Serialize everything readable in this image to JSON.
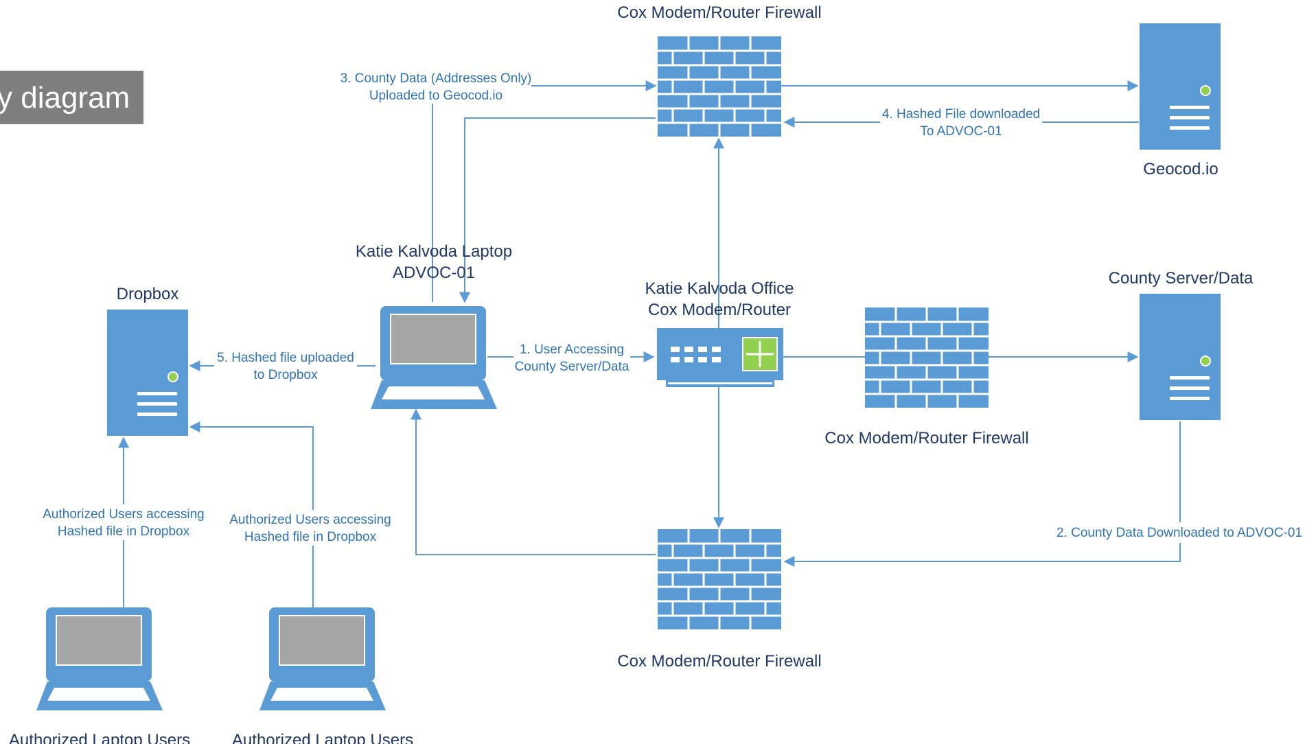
{
  "title_banner": "y diagram",
  "nodes": {
    "firewall_top": "Cox Modem/Router Firewall",
    "geocodio": "Geocod.io",
    "laptop": [
      "Katie Kalvoda Laptop",
      "ADVOC-01"
    ],
    "router": [
      "Katie Kalvoda Office",
      "Cox Modem/Router"
    ],
    "county": "County Server/Data",
    "dropbox": "Dropbox",
    "firewall_mid": "Cox Modem/Router Firewall",
    "firewall_bottom": "Cox Modem/Router Firewall",
    "user_laptop_1": "Authorized Laptop Users",
    "user_laptop_2": "Authorized Laptop Users"
  },
  "edges": {
    "step3": [
      "3. County Data (Addresses Only)",
      "Uploaded to Geocod.io"
    ],
    "step4": [
      "4. Hashed File downloaded",
      "To ADVOC-01"
    ],
    "step1": [
      "1. User Accessing",
      "County Server/Data"
    ],
    "step5": [
      "5. Hashed file uploaded",
      "to Dropbox"
    ],
    "step2": "2. County Data Downloaded to ADVOC-01",
    "users1": [
      "Authorized Users accessing",
      "Hashed file in Dropbox"
    ],
    "users2": [
      "Authorized Users accessing",
      "Hashed file in Dropbox"
    ]
  },
  "colors": {
    "icon_blue": "#5b9bd5",
    "line_blue": "#5b9bd5",
    "label_navy": "#1f3864",
    "edge_text": "#2e74b5",
    "banner_gray": "#7f7f7f",
    "led_green": "#92d050"
  }
}
